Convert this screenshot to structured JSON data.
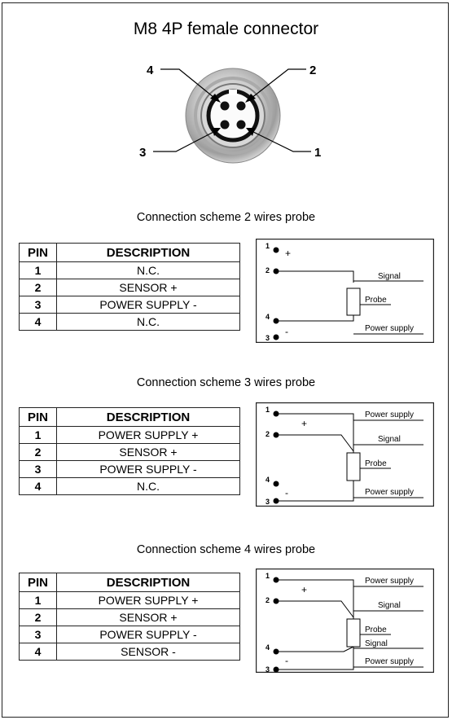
{
  "title": "M8 4P female connector",
  "connector": {
    "callouts": [
      "4",
      "2",
      "3",
      "1"
    ]
  },
  "table_header": {
    "pin": "PIN",
    "description": "DESCRIPTION"
  },
  "schemes": [
    {
      "title": "Connection scheme 2 wires probe",
      "rows": [
        {
          "pin": "1",
          "description": "N.C."
        },
        {
          "pin": "2",
          "description": "SENSOR +"
        },
        {
          "pin": "3",
          "description": "POWER SUPPLY -"
        },
        {
          "pin": "4",
          "description": "N.C."
        }
      ],
      "diagram": {
        "pin_labels": [
          "1",
          "2",
          "4",
          "3"
        ],
        "polarity": [
          "+",
          "-"
        ],
        "wire_labels": [
          "Signal",
          "Probe",
          "Power supply"
        ]
      }
    },
    {
      "title": "Connection scheme 3 wires probe",
      "rows": [
        {
          "pin": "1",
          "description": "POWER SUPPLY +"
        },
        {
          "pin": "2",
          "description": "SENSOR +"
        },
        {
          "pin": "3",
          "description": "POWER SUPPLY -"
        },
        {
          "pin": "4",
          "description": "N.C."
        }
      ],
      "diagram": {
        "pin_labels": [
          "1",
          "2",
          "4",
          "3"
        ],
        "polarity": [
          "+",
          "-"
        ],
        "wire_labels": [
          "Power supply",
          "Signal",
          "Probe",
          "Power supply"
        ]
      }
    },
    {
      "title": "Connection scheme 4 wires probe",
      "rows": [
        {
          "pin": "1",
          "description": "POWER SUPPLY +"
        },
        {
          "pin": "2",
          "description": "SENSOR +"
        },
        {
          "pin": "3",
          "description": "POWER SUPPLY -"
        },
        {
          "pin": "4",
          "description": "SENSOR -"
        }
      ],
      "diagram": {
        "pin_labels": [
          "1",
          "2",
          "4",
          "3"
        ],
        "polarity": [
          "+",
          "-"
        ],
        "wire_labels": [
          "Power supply",
          "Signal",
          "Probe",
          "Signal",
          "Power supply"
        ]
      }
    }
  ]
}
